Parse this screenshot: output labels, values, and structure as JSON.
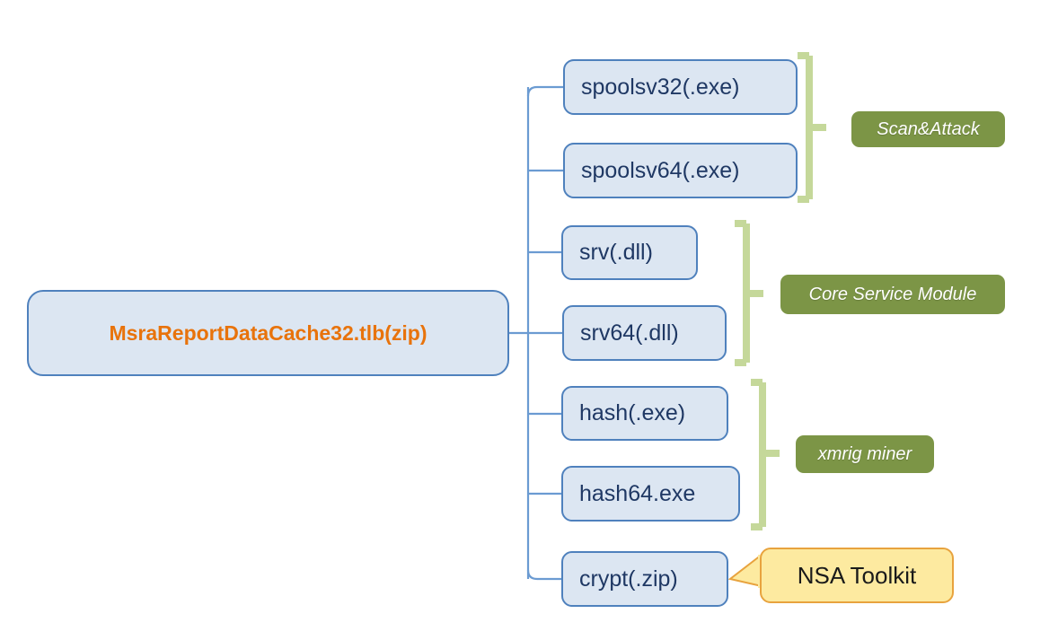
{
  "diagram": {
    "type": "tree-mindmap",
    "title_node": {
      "label": "MsraReportDataCache32.tlb(zip)",
      "text_color": "#e8730c",
      "fill": "#dce6f2",
      "border": "#4f81bd"
    },
    "children": [
      {
        "label": "spoolsv32(.exe)"
      },
      {
        "label": "spoolsv64(.exe)"
      },
      {
        "label": "srv(.dll)"
      },
      {
        "label": "srv64(.dll)"
      },
      {
        "label": "hash(.exe)"
      },
      {
        "label": "hash64.exe"
      },
      {
        "label": "crypt(.zip)"
      }
    ],
    "groups": [
      {
        "label": "Scan&Attack",
        "members": [
          "spoolsv32(.exe)",
          "spoolsv64(.exe)"
        ],
        "fill": "#7c9546"
      },
      {
        "label": "Core Service Module",
        "members": [
          "srv(.dll)",
          "srv64(.dll)"
        ],
        "fill": "#7c9546"
      },
      {
        "label": "xmrig miner",
        "members": [
          "hash(.exe)",
          "hash64.exe"
        ],
        "fill": "#7c9546"
      }
    ],
    "callouts": [
      {
        "label": "NSA Toolkit",
        "target": "crypt(.zip)",
        "fill": "#fdeaa0",
        "border": "#e8a33e"
      }
    ],
    "colors": {
      "node_fill": "#dce6f2",
      "node_border": "#4f81bd",
      "connector": "#6b9bd2",
      "bracket": "#c5d89a",
      "group_fill": "#7c9546",
      "callout_fill": "#fdeaa0",
      "callout_border": "#e8a33e",
      "root_text": "#e8730c"
    }
  }
}
